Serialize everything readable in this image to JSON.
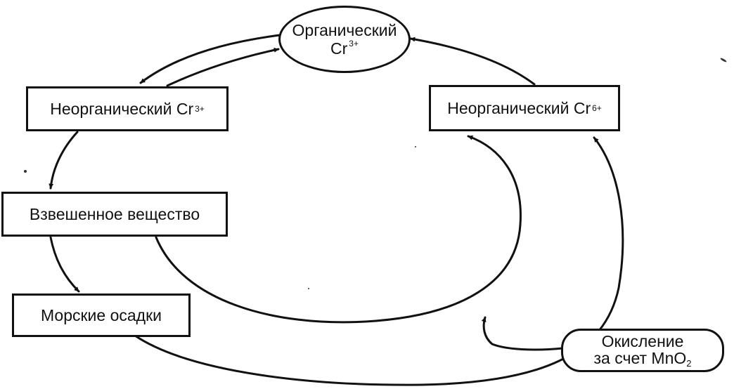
{
  "nodes": {
    "organic": {
      "line1": "Органический",
      "line2": "Cr",
      "charge": "3+"
    },
    "inorganic3": {
      "text": "Неорганический Cr",
      "charge": "3+"
    },
    "inorganic6": {
      "text": "Неорганический Cr",
      "charge": "6+"
    },
    "suspended": {
      "text": "Взвешенное вещество"
    },
    "sediments": {
      "text": "Морские осадки"
    },
    "oxidation": {
      "line1": "Окисление",
      "line2": "за счет MnO",
      "sub": "2"
    }
  },
  "colors": {
    "ink": "#111111",
    "paper": "#ffffff"
  }
}
